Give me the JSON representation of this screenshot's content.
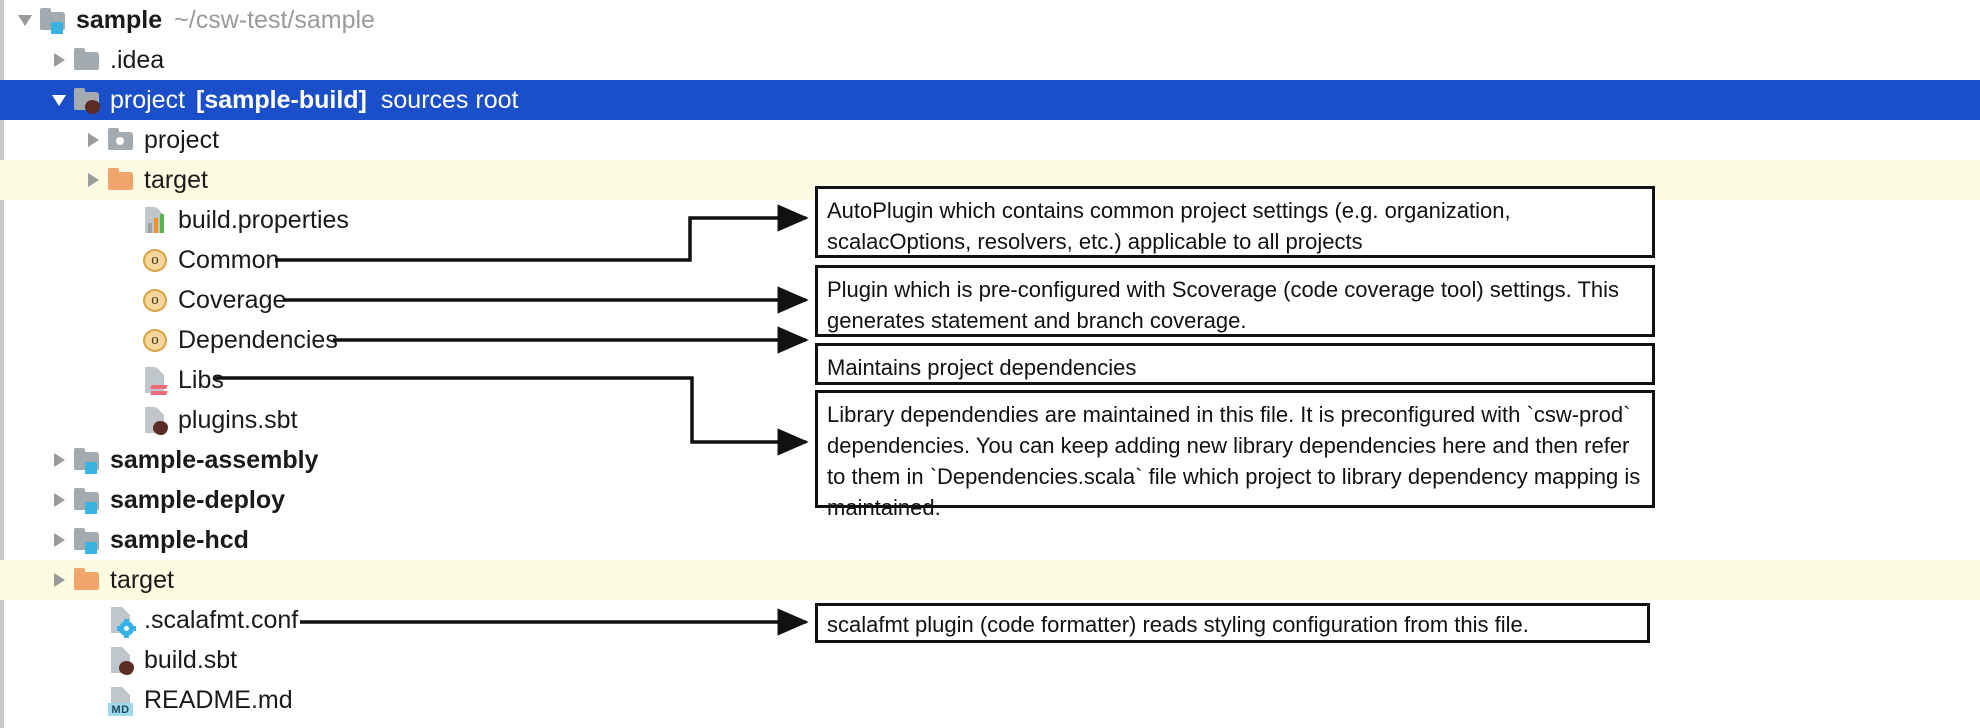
{
  "window": {
    "selection_color": "#1a4fc9",
    "highlight_color": "#fdfce3"
  },
  "tree": {
    "rows": [
      {
        "label": "sample",
        "extra": "~/csw-test/sample",
        "icon": "module-folder-icon",
        "twisty": "down",
        "indent": 0,
        "bold": true,
        "state": "normal"
      },
      {
        "label": ".idea",
        "extra": "",
        "icon": "folder-icon",
        "twisty": "right",
        "indent": 1,
        "bold": false,
        "state": "normal"
      },
      {
        "label": "project",
        "tag": "[sample-build]",
        "srcroot": "sources root",
        "extra": "",
        "icon": "sbt-folder-icon",
        "twisty": "down",
        "indent": 1,
        "bold": false,
        "state": "selected"
      },
      {
        "label": "project",
        "extra": "",
        "icon": "source-folder-icon",
        "twisty": "right",
        "indent": 2,
        "bold": false,
        "state": "normal"
      },
      {
        "label": "target",
        "extra": "",
        "icon": "orange-folder-icon",
        "twisty": "right",
        "indent": 2,
        "bold": false,
        "state": "highlight"
      },
      {
        "label": "build.properties",
        "extra": "",
        "icon": "properties-file-icon",
        "twisty": "none",
        "indent": 3,
        "bold": false,
        "state": "normal"
      },
      {
        "label": "Common",
        "extra": "",
        "icon": "scala-object-icon",
        "twisty": "none",
        "indent": 3,
        "bold": false,
        "state": "normal"
      },
      {
        "label": "Coverage",
        "extra": "",
        "icon": "scala-object-icon",
        "twisty": "none",
        "indent": 3,
        "bold": false,
        "state": "normal"
      },
      {
        "label": "Dependencies",
        "extra": "",
        "icon": "scala-object-icon",
        "twisty": "none",
        "indent": 3,
        "bold": false,
        "state": "normal"
      },
      {
        "label": "Libs",
        "extra": "",
        "icon": "scala-file-icon",
        "twisty": "none",
        "indent": 3,
        "bold": false,
        "state": "normal"
      },
      {
        "label": "plugins.sbt",
        "extra": "",
        "icon": "sbt-file-icon",
        "twisty": "none",
        "indent": 3,
        "bold": false,
        "state": "normal"
      },
      {
        "label": "sample-assembly",
        "extra": "",
        "icon": "module-folder-icon",
        "twisty": "right",
        "indent": 1,
        "bold": true,
        "state": "normal"
      },
      {
        "label": "sample-deploy",
        "extra": "",
        "icon": "module-folder-icon",
        "twisty": "right",
        "indent": 1,
        "bold": true,
        "state": "normal"
      },
      {
        "label": "sample-hcd",
        "extra": "",
        "icon": "module-folder-icon",
        "twisty": "right",
        "indent": 1,
        "bold": true,
        "state": "normal"
      },
      {
        "label": "target",
        "extra": "",
        "icon": "orange-folder-icon",
        "twisty": "right",
        "indent": 1,
        "bold": false,
        "state": "highlight"
      },
      {
        "label": ".scalafmt.conf",
        "extra": "",
        "icon": "conf-file-icon",
        "twisty": "none",
        "indent": 2,
        "bold": false,
        "state": "normal"
      },
      {
        "label": "build.sbt",
        "extra": "",
        "icon": "sbt-file-icon",
        "twisty": "none",
        "indent": 2,
        "bold": false,
        "state": "normal"
      },
      {
        "label": "README.md",
        "extra": "",
        "icon": "markdown-file-icon",
        "twisty": "none",
        "indent": 2,
        "bold": false,
        "state": "normal"
      }
    ]
  },
  "annotations": [
    {
      "target": "Common",
      "text": "AutoPlugin which contains common project settings (e.g. organization, scalacOptions, resolvers, etc.) applicable to all projects"
    },
    {
      "target": "Coverage",
      "text": "Plugin which is pre-configured with Scoverage (code coverage tool) settings. This generates statement and branch coverage."
    },
    {
      "target": "Dependencies",
      "text": "Maintains project dependencies"
    },
    {
      "target": "Libs",
      "text": "Library dependendies are maintained in this file.  It is preconfigured with `csw-prod` dependencies.  You can keep adding new library dependencies here and then refer to them in `Dependencies.scala` file which project to library dependency mapping is maintained."
    },
    {
      "target": ".scalafmt.conf",
      "text": "scalafmt plugin (code formatter) reads styling configuration from this file."
    }
  ],
  "icon_glyphs": {
    "scala_object_letter": "o",
    "markdown_tag": "MD"
  }
}
